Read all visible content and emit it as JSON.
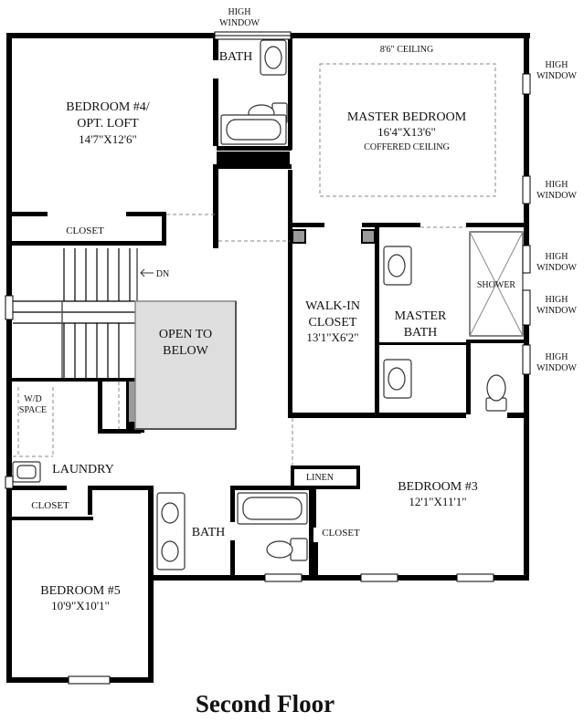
{
  "plan": {
    "title": "Second Floor",
    "rooms": {
      "bedroom4": {
        "name_line1": "BEDROOM #4/",
        "name_line2": "OPT. LOFT",
        "dims": "14'7\"X12'6\""
      },
      "bath_upper": {
        "name": "BATH"
      },
      "master_bedroom": {
        "ceiling_height": "8'6\" CEILING",
        "name": "MASTER BEDROOM",
        "dims": "16'4\"X13'6\"",
        "note": "COFFERED CEILING"
      },
      "closet_bed4": {
        "name": "CLOSET"
      },
      "stair": {
        "direction": "DN"
      },
      "open_to_below": {
        "line1": "OPEN TO",
        "line2": "BELOW"
      },
      "walk_in_closet": {
        "line1": "WALK-IN",
        "line2": "CLOSET",
        "dims": "13'1\"X6'2\""
      },
      "master_bath": {
        "line1": "MASTER",
        "line2": "BATH"
      },
      "shower": {
        "name": "SHOWER"
      },
      "wd_space": {
        "line1": "W/D",
        "line2": "SPACE"
      },
      "laundry": {
        "name": "LAUNDRY"
      },
      "linen": {
        "name": "LINEN"
      },
      "bedroom3": {
        "name": "BEDROOM #3",
        "dims": "12'1\"X11'1\""
      },
      "closet_bed5": {
        "name": "CLOSET"
      },
      "bath_lower": {
        "name": "BATH"
      },
      "closet_bed3": {
        "name": "CLOSET"
      },
      "bedroom5": {
        "name": "BEDROOM #5",
        "dims": "10'9\"X10'1\""
      }
    },
    "windows": {
      "top": {
        "line1": "HIGH",
        "line2": "WINDOW"
      },
      "right1": {
        "line1": "HIGH",
        "line2": "WINDOW"
      },
      "right2": {
        "line1": "HIGH",
        "line2": "WINDOW"
      },
      "right3": {
        "line1": "HIGH",
        "line2": "WINDOW"
      },
      "right4": {
        "line1": "HIGH",
        "line2": "WINDOW"
      },
      "right5": {
        "line1": "HIGH",
        "line2": "WINDOW"
      }
    }
  }
}
